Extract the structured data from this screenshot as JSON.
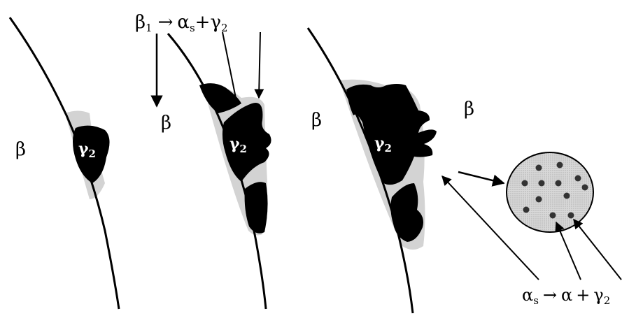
{
  "panel1": {
    "matrix_label": "β",
    "phase_label": "γ",
    "phase_sub": "2"
  },
  "panel2": {
    "reaction": {
      "reactant": "β",
      "reactant_sub": "1",
      "arrow": "→",
      "product1": "α",
      "product1_sub": "s",
      "plus": "+",
      "product2": "γ",
      "product2_sub": "2"
    },
    "matrix_label": "β",
    "phase_label": "γ",
    "phase_sub": "2"
  },
  "panel3": {
    "matrix_label_left": "β",
    "matrix_label_right": "β",
    "phase_label": "γ",
    "phase_sub": "2"
  },
  "inset": {
    "reaction": {
      "reactant": "α",
      "reactant_sub": "s",
      "arrow": "→",
      "product1": "α",
      "plus": "+",
      "product2": "γ",
      "product2_sub": "2"
    }
  },
  "colors": {
    "gamma2_phase": "#000000",
    "alpha_s_phase": "#d3d3d3",
    "grain_boundary": "#000000",
    "inset_fill": "#d8d8d8"
  }
}
